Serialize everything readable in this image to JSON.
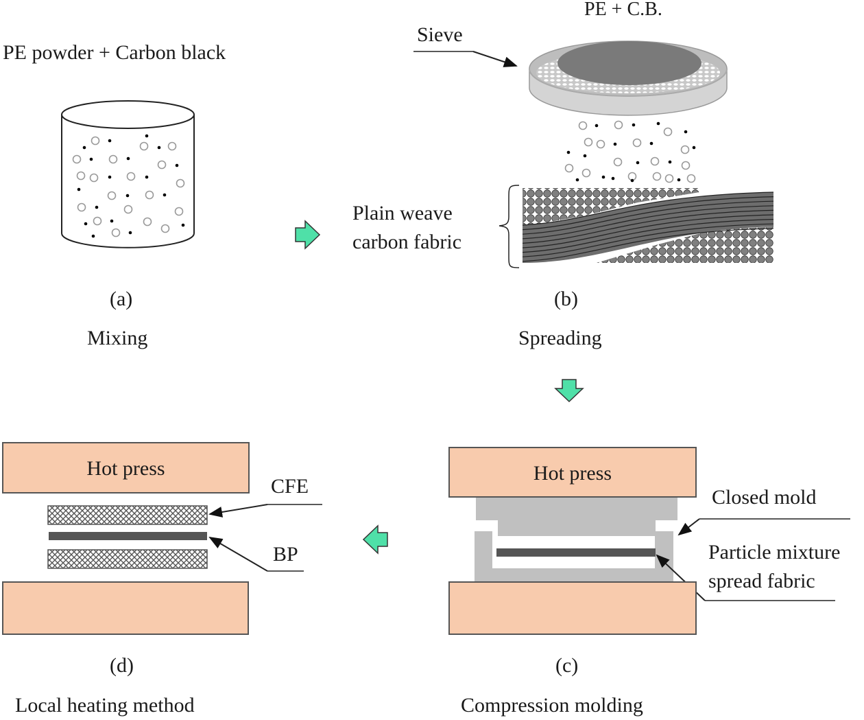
{
  "panels": {
    "a": {
      "header": "PE powder + Carbon black",
      "letter": "(a)",
      "caption": "Mixing"
    },
    "b": {
      "header": "PE + C.B.",
      "sieve_label": "Sieve",
      "fabric_label_line1": "Plain weave",
      "fabric_label_line2": "carbon fabric",
      "letter": "(b)",
      "caption": "Spreading"
    },
    "c": {
      "press_label": "Hot press",
      "mold_label": "Closed mold",
      "mixture_label_line1": "Particle mixture",
      "mixture_label_line2": "spread fabric",
      "letter": "(c)",
      "caption": "Compression molding"
    },
    "d": {
      "press_label": "Hot press",
      "cfe_label": "CFE",
      "bp_label": "BP",
      "letter": "(d)",
      "caption": "Local heating method"
    }
  },
  "flow_arrows": [
    {
      "from": "a",
      "to": "b",
      "direction": "right"
    },
    {
      "from": "b",
      "to": "c",
      "direction": "down"
    },
    {
      "from": "c",
      "to": "d",
      "direction": "left"
    }
  ],
  "colors": {
    "press_fill": "#f8cbad",
    "mold_fill": "#c0c0c0",
    "arrow_fill": "#4fe0a8",
    "fabric_dark": "#555555",
    "pe_particle": "#999999",
    "cb_particle": "#000000"
  }
}
